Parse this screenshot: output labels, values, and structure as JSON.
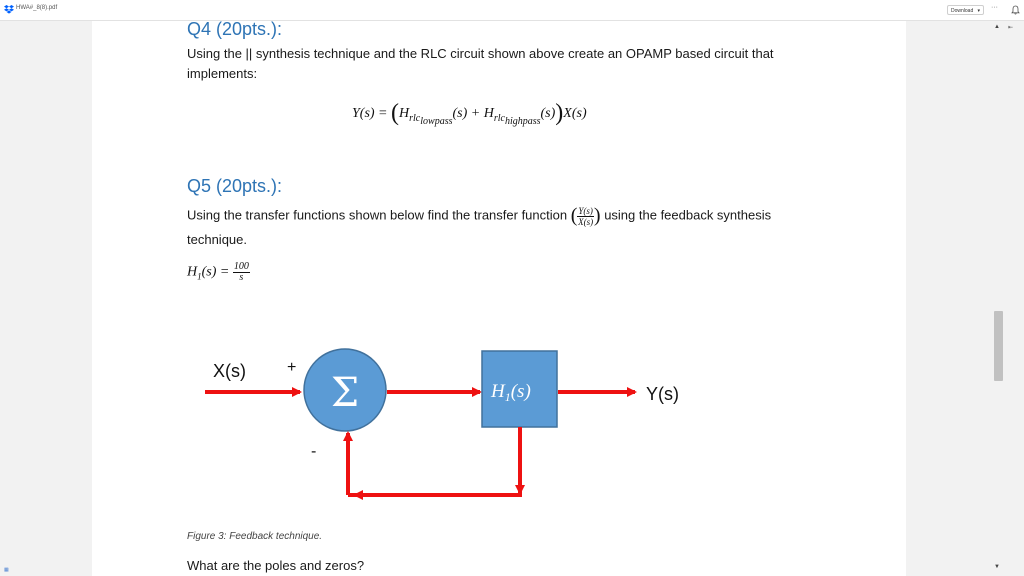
{
  "topbar": {
    "filename": "HWA#_8(8).pdf",
    "download_label": "Download",
    "more_label": "···"
  },
  "q4": {
    "heading": "Q4 (20pts.):",
    "text_line1": "Using the || synthesis technique and the RLC circuit shown above create an OPAMP based circuit that",
    "text_line2": "implements:"
  },
  "eq1": {
    "lhs": "Y(s) = ",
    "h1": "H",
    "h1_sub": "rlc",
    "h1_subsub": "lowpass",
    "mid": "(s) + ",
    "h2": "H",
    "h2_sub": "rlc",
    "h2_subsub": "highpass",
    "tail": "(s)",
    "xs": "X(s)"
  },
  "q5": {
    "heading": "Q5 (20pts.):",
    "text_before": "Using the transfer functions shown below find the transfer function ",
    "frac_num": "Y(s)",
    "frac_den": "X(s)",
    "text_after": " using the feedback synthesis",
    "text_line2": "technique."
  },
  "h1eq": {
    "lhs": "H",
    "sub": "1",
    "arg": "(s) = ",
    "num": "100",
    "den": "s"
  },
  "diagram": {
    "input_label": "X(s)",
    "plus_sign": "+",
    "minus_sign": "-",
    "sum_symbol": "Σ",
    "block_label": "H",
    "block_sub": "1",
    "block_arg": "(s)",
    "output_label": "Y(s)",
    "arrow_color": "#ee1111",
    "circle_color": "#5b9bd5",
    "block_color": "#5b9bd5"
  },
  "caption": "Figure 3: Feedback technique.",
  "question": "What are the poles and zeros?"
}
